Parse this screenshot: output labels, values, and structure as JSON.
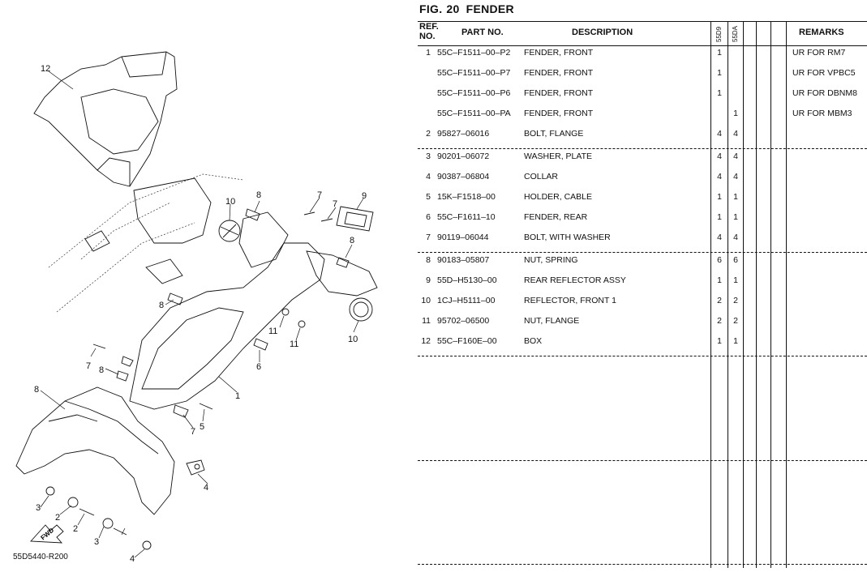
{
  "figure": {
    "label": "FIG.",
    "number": "20",
    "title": "FENDER"
  },
  "diagram": {
    "code": "55D5440-R200",
    "fwd_label": "FWD",
    "callouts": [
      "12",
      "10",
      "8",
      "7",
      "9",
      "7",
      "8",
      "8",
      "11",
      "11",
      "10",
      "7",
      "8",
      "6",
      "1",
      "8",
      "7",
      "5",
      "4",
      "3",
      "2",
      "2",
      "3",
      "4"
    ]
  },
  "table": {
    "headers": {
      "ref_line1": "REF.",
      "ref_line2": "NO.",
      "part_no": "PART NO.",
      "description": "DESCRIPTION",
      "model1": "55D9",
      "model2": "55DA",
      "remarks": "REMARKS"
    },
    "rows": [
      {
        "ref": "1",
        "part": "55C–F1511–00–P2",
        "desc": "FENDER, FRONT",
        "q1": "1",
        "q2": "",
        "rem": "UR FOR RM7"
      },
      {
        "ref": "",
        "part": "55C–F1511–00–P7",
        "desc": "FENDER, FRONT",
        "q1": "1",
        "q2": "",
        "rem": "UR FOR VPBC5"
      },
      {
        "ref": "",
        "part": "55C–F1511–00–P6",
        "desc": "FENDER, FRONT",
        "q1": "1",
        "q2": "",
        "rem": "UR FOR DBNM8"
      },
      {
        "ref": "",
        "part": "55C–F1511–00–PA",
        "desc": "FENDER, FRONT",
        "q1": "",
        "q2": "1",
        "rem": "UR FOR MBM3"
      },
      {
        "ref": "2",
        "part": "95827–06016",
        "desc": "BOLT, FLANGE",
        "q1": "4",
        "q2": "4",
        "rem": ""
      },
      {
        "ref": "3",
        "part": "90201–06072",
        "desc": "WASHER, PLATE",
        "q1": "4",
        "q2": "4",
        "rem": ""
      },
      {
        "ref": "4",
        "part": "90387–06804",
        "desc": "COLLAR",
        "q1": "4",
        "q2": "4",
        "rem": ""
      },
      {
        "ref": "5",
        "part": "15K–F1518–00",
        "desc": "HOLDER, CABLE",
        "q1": "1",
        "q2": "1",
        "rem": ""
      },
      {
        "ref": "6",
        "part": "55C–F1611–10",
        "desc": "FENDER, REAR",
        "q1": "1",
        "q2": "1",
        "rem": ""
      },
      {
        "ref": "7",
        "part": "90119–06044",
        "desc": "BOLT, WITH WASHER",
        "q1": "4",
        "q2": "4",
        "rem": ""
      },
      {
        "ref": "8",
        "part": "90183–05807",
        "desc": "NUT, SPRING",
        "q1": "6",
        "q2": "6",
        "rem": ""
      },
      {
        "ref": "9",
        "part": "55D–H5130–00",
        "desc": "REAR REFLECTOR ASSY",
        "q1": "1",
        "q2": "1",
        "rem": ""
      },
      {
        "ref": "10",
        "part": "1CJ–H5111–00",
        "desc": "REFLECTOR, FRONT 1",
        "q1": "2",
        "q2": "2",
        "rem": ""
      },
      {
        "ref": "11",
        "part": "95702–06500",
        "desc": "NUT, FLANGE",
        "q1": "2",
        "q2": "2",
        "rem": ""
      },
      {
        "ref": "12",
        "part": "55C–F160E–00",
        "desc": "BOX",
        "q1": "1",
        "q2": "1",
        "rem": ""
      }
    ]
  }
}
